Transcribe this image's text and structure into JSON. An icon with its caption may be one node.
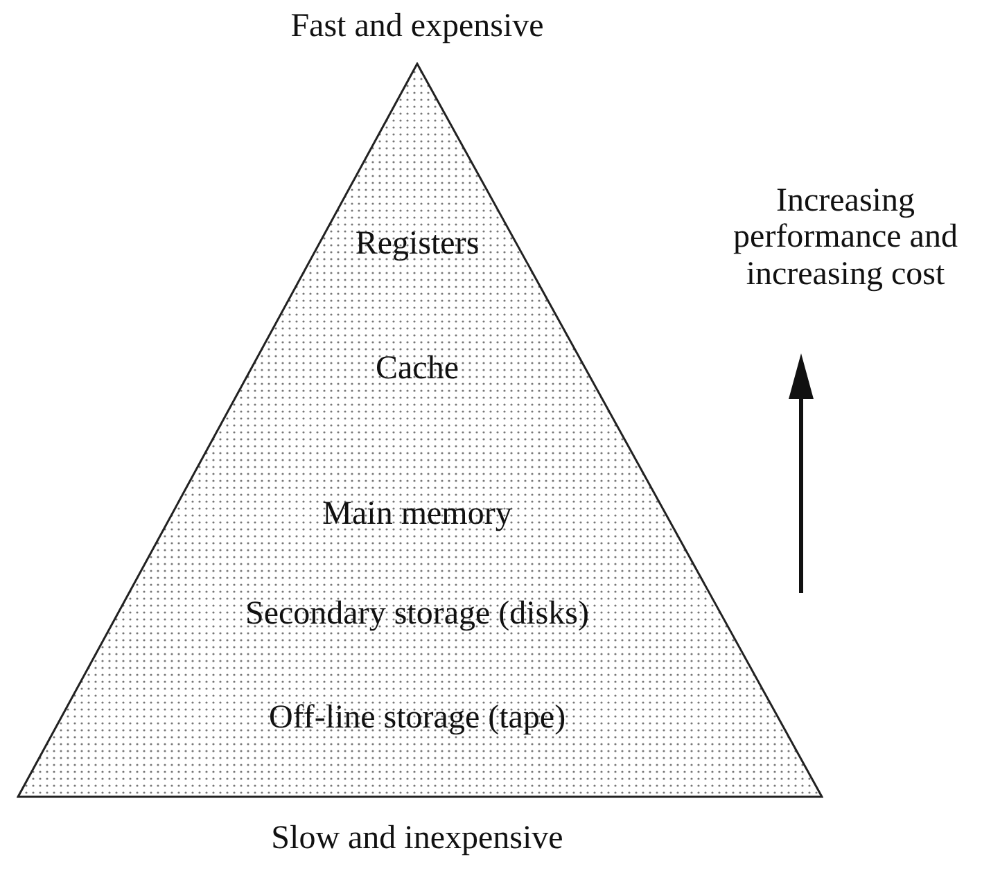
{
  "diagram": {
    "nodes": [
      {
        "text": [
          "Registers",
          "Cache",
          "Main memory",
          "Secondary storage (disks)",
          "Off-line storage (tape)"
        ]
      }
    ],
    "edges": [],
    "labels": [
      "Fast and expensive",
      "Increasing performance and increasing cost",
      "Slow and inexpensive"
    ]
  }
}
